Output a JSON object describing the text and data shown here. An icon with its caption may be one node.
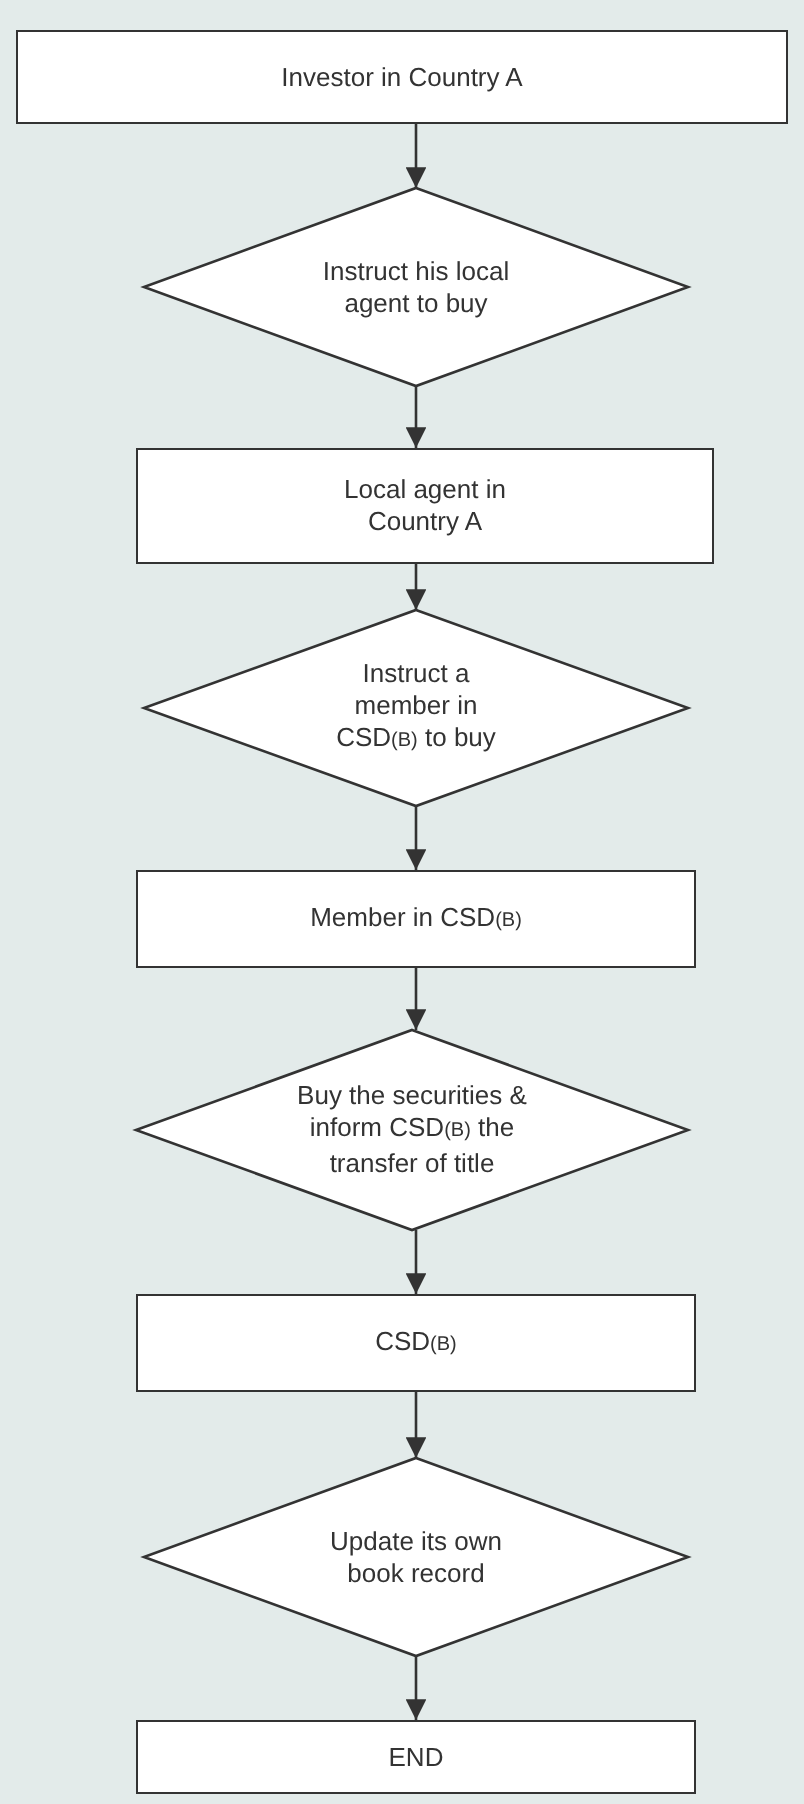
{
  "diagram": {
    "nodes": [
      {
        "text": [
          "Investor in Country A"
        ]
      },
      {
        "text": [
          "Instruct his local agent to buy"
        ]
      },
      {
        "text": [
          "Local agent in Country A"
        ]
      },
      {
        "text": [
          "Instruct a member in CSD$_{(B)}$ to buy"
        ]
      },
      {
        "text": [
          "Member in CSD$_{(B)}$"
        ]
      },
      {
        "text": [
          "Buy the securities & inform CSD$_{(B)}$ the transfer of title"
        ]
      },
      {
        "text": [
          "CSD$_{(B)}$"
        ]
      },
      {
        "text": [
          "Update its own book record"
        ]
      },
      {
        "text": [
          "END"
        ]
      }
    ],
    "edges": [
      {
        "from": 0,
        "to": 1,
        "arrow": "to"
      },
      {
        "from": 1,
        "to": 2,
        "arrow": "to"
      },
      {
        "from": 2,
        "to": 3,
        "arrow": "to"
      },
      {
        "from": 3,
        "to": 4,
        "arrow": "to"
      },
      {
        "from": 4,
        "to": 5,
        "arrow": "to"
      },
      {
        "from": 5,
        "to": 6,
        "arrow": "to"
      },
      {
        "from": 6,
        "to": 7,
        "arrow": "to"
      },
      {
        "from": 7,
        "to": 8,
        "arrow": "to"
      }
    ]
  }
}
